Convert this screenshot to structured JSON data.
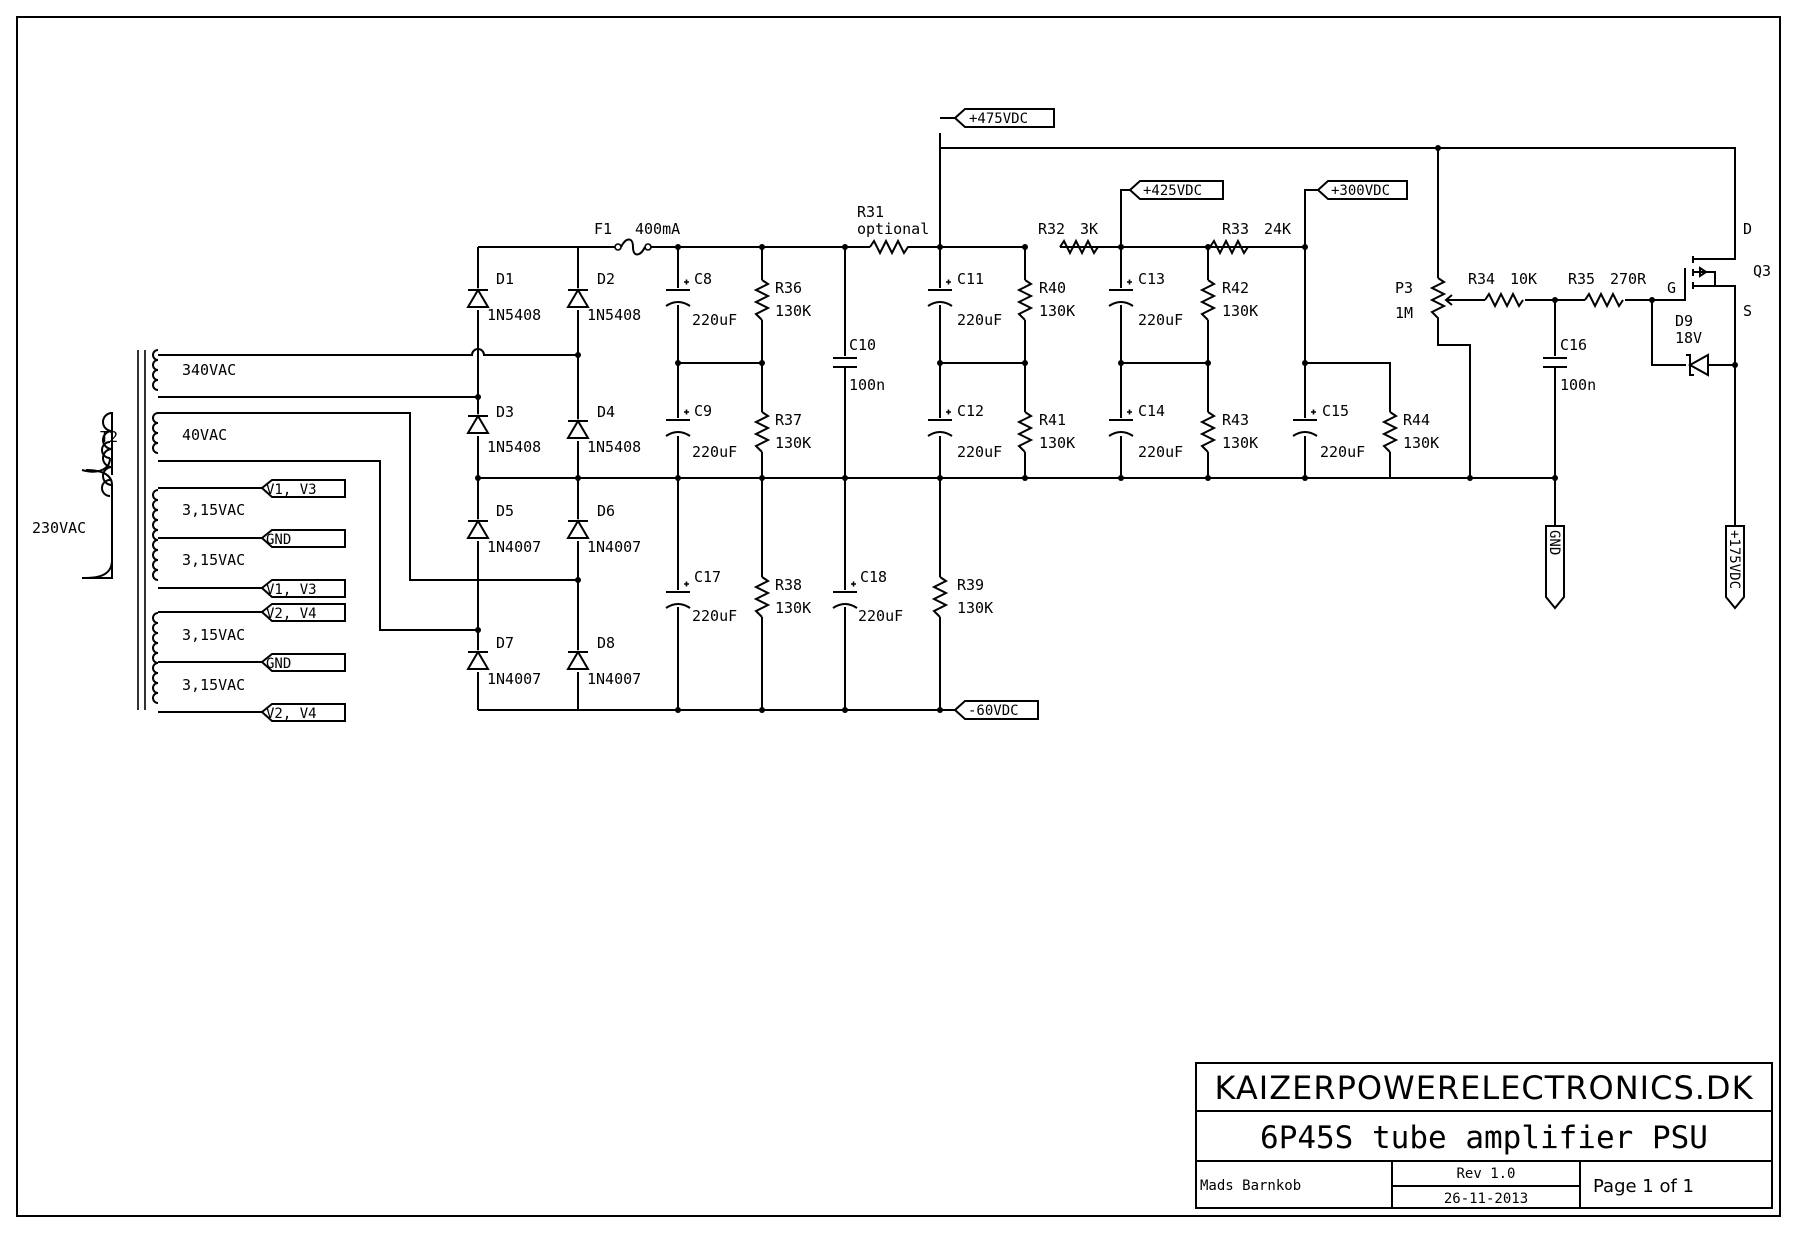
{
  "title_block": {
    "company": "KAIZERPOWERELECTRONICS.DK",
    "title": "6P45S tube amplifier PSU",
    "author": "Mads Barnkob",
    "rev": "Rev 1.0",
    "date": "26-11-2013",
    "page": "Page 1 of 1"
  },
  "transformer": {
    "ref": "T2",
    "primary": "230VAC",
    "windings": [
      "340VAC",
      "40VAC",
      "3,15VAC",
      "3,15VAC",
      "3,15VAC",
      "3,15VAC"
    ]
  },
  "ports": {
    "v1v3_a": "V1, V3",
    "gnd_a": "GND",
    "v1v3_b": "V1, V3",
    "v2v4_a": "V2, V4",
    "gnd_b": "GND",
    "v2v4_b": "V2, V4",
    "p475": "+475VDC",
    "p425": "+425VDC",
    "p300": "+300VDC",
    "n60": "-60VDC",
    "gnd_out": "GND",
    "p175": "+175VDC"
  },
  "components": {
    "d1": {
      "ref": "D1",
      "value": "1N5408"
    },
    "d2": {
      "ref": "D2",
      "value": "1N5408"
    },
    "d3": {
      "ref": "D3",
      "value": "1N5408"
    },
    "d4": {
      "ref": "D4",
      "value": "1N5408"
    },
    "d5": {
      "ref": "D5",
      "value": "1N4007"
    },
    "d6": {
      "ref": "D6",
      "value": "1N4007"
    },
    "d7": {
      "ref": "D7",
      "value": "1N4007"
    },
    "d8": {
      "ref": "D8",
      "value": "1N4007"
    },
    "d9": {
      "ref": "D9",
      "value": "18V"
    },
    "f1": {
      "ref": "F1",
      "value": "400mA"
    },
    "c8": {
      "ref": "C8",
      "value": "220uF"
    },
    "c9": {
      "ref": "C9",
      "value": "220uF"
    },
    "c10": {
      "ref": "C10",
      "value": "100n"
    },
    "c11": {
      "ref": "C11",
      "value": "220uF"
    },
    "c12": {
      "ref": "C12",
      "value": "220uF"
    },
    "c13": {
      "ref": "C13",
      "value": "220uF"
    },
    "c14": {
      "ref": "C14",
      "value": "220uF"
    },
    "c15": {
      "ref": "C15",
      "value": "220uF"
    },
    "c16": {
      "ref": "C16",
      "value": "100n"
    },
    "c17": {
      "ref": "C17",
      "value": "220uF"
    },
    "c18": {
      "ref": "C18",
      "value": "220uF"
    },
    "r31": {
      "ref": "R31",
      "value": "optional"
    },
    "r32": {
      "ref": "R32",
      "value": "3K"
    },
    "r33": {
      "ref": "R33",
      "value": "24K"
    },
    "r34": {
      "ref": "R34",
      "value": "10K"
    },
    "r35": {
      "ref": "R35",
      "value": "270R"
    },
    "r36": {
      "ref": "R36",
      "value": "130K"
    },
    "r37": {
      "ref": "R37",
      "value": "130K"
    },
    "r38": {
      "ref": "R38",
      "value": "130K"
    },
    "r39": {
      "ref": "R39",
      "value": "130K"
    },
    "r40": {
      "ref": "R40",
      "value": "130K"
    },
    "r41": {
      "ref": "R41",
      "value": "130K"
    },
    "r42": {
      "ref": "R42",
      "value": "130K"
    },
    "r43": {
      "ref": "R43",
      "value": "130K"
    },
    "r44": {
      "ref": "R44",
      "value": "130K"
    },
    "p3": {
      "ref": "P3",
      "value": "1M"
    },
    "q3": {
      "ref": "Q3",
      "d": "D",
      "g": "G",
      "s": "S"
    }
  }
}
